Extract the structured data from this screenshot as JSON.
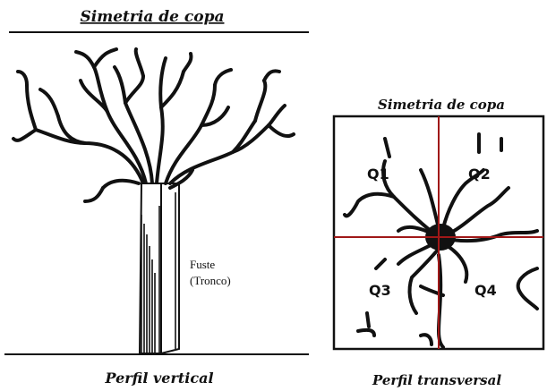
{
  "left_panel": {
    "title": "Simetria de copa",
    "caption": "Perfil vertical",
    "trunk_label_line1": "Fuste",
    "trunk_label_line2": "(Tronco)"
  },
  "right_panel": {
    "title": "Simetria de copa",
    "caption": "Perfil transversal",
    "quadrants": [
      "Q1",
      "Q2",
      "Q3",
      "Q4"
    ],
    "axis_color": "#a01818"
  }
}
